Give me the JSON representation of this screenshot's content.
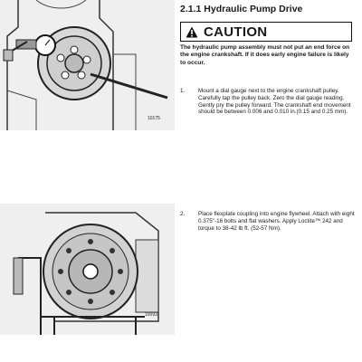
{
  "section": {
    "title": "2.1.1  Hydraulic Pump Drive"
  },
  "caution": {
    "heading": "CAUTION",
    "text": "The hydraulic pump assembly must not put an end force on the engine crankshaft.  If it does early engine failure is likely to occur."
  },
  "steps": [
    {
      "number": "1.",
      "text": "Mount a dial gauge next to the engine crankshaft pulley. Carefully tap the pulley back.  Zero the dial gauge reading.  Gently pry the pulley forward. The crankshaft end movement should be between 0.006 and 0.010 in.(0.15 and 0.25 mm)."
    },
    {
      "number": "2.",
      "text": "Place flexplate coupling into engine flywheel. Attach with eight 0.375\"-16 bolts and flat washers. Apply Loctite™ 242 and torque to 38-42 lb ft. (52-57 Nm)."
    }
  ],
  "figures": [
    {
      "number": "10175"
    },
    {
      "number": "10093"
    }
  ],
  "icons": {
    "warning": "warning-triangle-icon"
  }
}
